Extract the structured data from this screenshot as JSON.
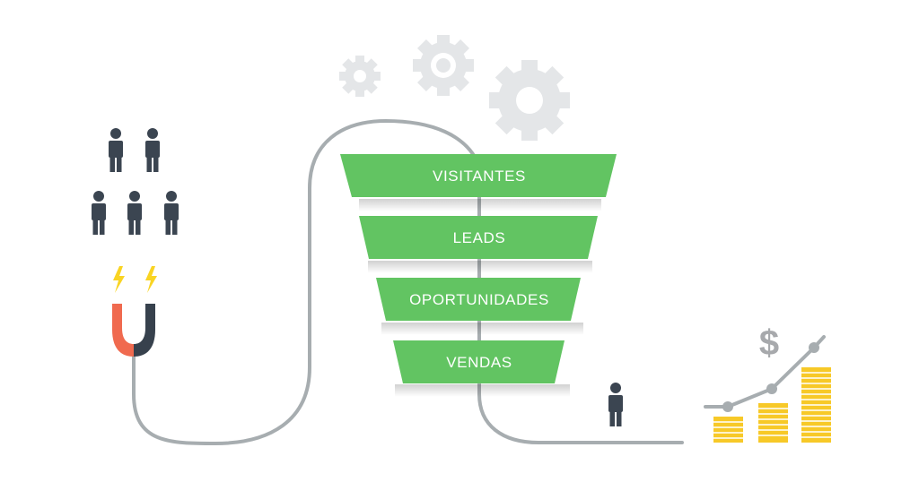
{
  "funnel": {
    "stages": [
      {
        "label": "VISITANTES"
      },
      {
        "label": "LEADS"
      },
      {
        "label": "OPORTUNIDADES"
      },
      {
        "label": "VENDAS"
      }
    ]
  },
  "revenue": {
    "currency_symbol": "$"
  },
  "colors": {
    "funnel_green": "#62c462",
    "path_gray": "#a7adb0",
    "person": "#3b4551",
    "magnet_red": "#f06a4f",
    "magnet_dark": "#37414d",
    "bolt_yellow": "#f9d423",
    "coin_yellow": "#f7c928",
    "gear_gray": "#e4e6e8"
  },
  "icons": [
    "people-group-icon",
    "magnet-icon",
    "lightning-icon",
    "gear-icon",
    "person-icon",
    "coin-stack-icon",
    "dollar-icon"
  ]
}
